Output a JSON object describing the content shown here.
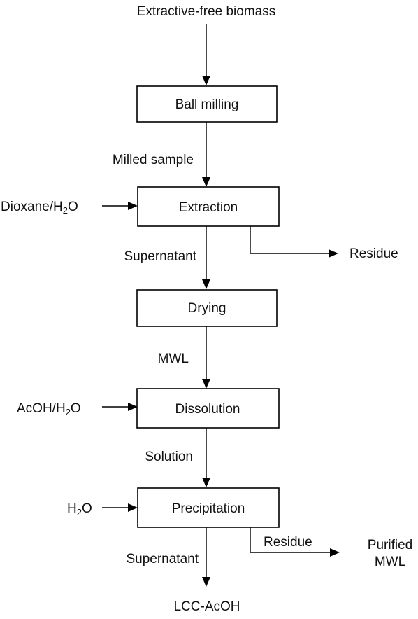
{
  "input_label": "Extractive-free biomass",
  "steps": {
    "ball_milling": "Ball milling",
    "extraction": "Extraction",
    "drying": "Drying",
    "dissolution": "Dissolution",
    "precipitation": "Precipitation"
  },
  "flows": {
    "milled_sample": "Milled sample",
    "supernatant_1": "Supernatant",
    "mwl": "MWL",
    "solution": "Solution",
    "supernatant_2": "Supernatant"
  },
  "inputs": {
    "dioxane_water": {
      "prefix": "Dioxane/H",
      "subscript": "2",
      "suffix": "O"
    },
    "acoh_water": {
      "prefix": "AcOH/H",
      "subscript": "2",
      "suffix": "O"
    },
    "water": {
      "prefix": "H",
      "subscript": "2",
      "suffix": "O"
    }
  },
  "outputs": {
    "residue_1": "Residue",
    "residue_2": "Residue",
    "purified_mwl_line1": "Purified",
    "purified_mwl_line2": "MWL",
    "lcc_acoh": "LCC-AcOH"
  }
}
